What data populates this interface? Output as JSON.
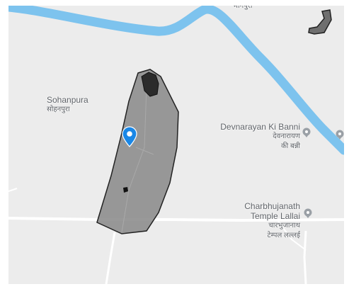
{
  "map": {
    "colors": {
      "land": "#ececec",
      "water": "#7dc3ee",
      "road": "#ffffff",
      "polygon_fill": "#8e8e8e",
      "polygon_stroke": "#222222",
      "marker": "#1a87e6",
      "poi": "#9aa0a6"
    },
    "top_label": "मानपुरा",
    "places": {
      "sohanpura": {
        "en": "Sohanpura",
        "hi": "सोहनपुरा"
      },
      "devnarayan": {
        "en": "Devnarayan Ki Banni",
        "hi1": "देवनारायण",
        "hi2": "की बन्नी"
      },
      "charbhujanath": {
        "en1": "Charbhujanath",
        "en2": "Temple Lallai",
        "hi1": "चारभुजानाथ",
        "hi2": "टेम्पल लल्लई"
      }
    },
    "icons": {
      "location_marker": "map-marker-icon",
      "poi_pin": "poi-pin-icon",
      "parcel_outline": "parcel-outline-icon"
    }
  }
}
